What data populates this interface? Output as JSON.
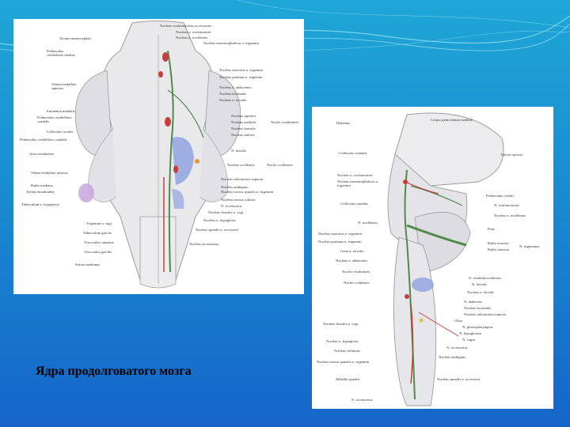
{
  "slide": {
    "caption": "Ядра продолговатого мозга"
  },
  "colors": {
    "background_top": "#1fa6d6",
    "background_bottom": "#1565c8",
    "nerve_green": "#4f8a4a",
    "nucleus_red": "#c83c3c",
    "nucleus_blue": "#8fa3e0"
  },
  "left_figure": {
    "labels_left": [
      "Tectum mesencephali",
      "Pedunculus cerebellaris medius",
      "Velum medullare superius",
      "Eminentia medialis",
      "Pedunculus cerebellaris caudalis",
      "Colliculus facialis",
      "Pedunculus cerebellaris caudalis",
      "Area vestibularis",
      "Velum medullare inferius",
      "Radix mediana",
      "Taenia rhomboidea",
      "Tuberculum n. hypoglossi",
      "Trigonum n. vagi",
      "Tuberculum gracile",
      "Fasciculus cuneatus",
      "Fasciculus gracilis",
      "Sulcus medianus"
    ],
    "labels_right": [
      "Nucleus oculomotorius accessorius",
      "Nucleus n. oculomotorii",
      "Nucleus n. trochlearis",
      "Nucleus mesencephalicus n. trigemini",
      "Nucleus motorius n. trigemini",
      "Nucleus pontinus n. trigemini",
      "Nucleus n. abducentis",
      "Nucleus lacrimalis",
      "Nucleus n. facialis",
      "Nucleus superior",
      "Nucleus medialis",
      "Nucleus lateralis",
      "Nucleus inferior",
      "Nuclei vestibulares",
      "N. facialis",
      "Nucleus cochlearis",
      "Nuclei cochleares",
      "Nucleus salivatorius superior",
      "Nucleus ambiguus",
      "Nucleus tractus spinalis n. trigemini",
      "Nucleus tractus solitarii",
      "N. accessorius",
      "Nucleus dorsalis n. vagi",
      "Nucleus n. hypoglossi",
      "Nucleus spinalis n. accessorii",
      "Nucleus accessorius"
    ]
  },
  "right_figure": {
    "labels_top": [
      "Thalamus",
      "Corpus geniculatum mediale",
      "Tractus opticus"
    ],
    "labels_left": [
      "Colliculus cranialis",
      "Nucleus n. oculomotorii",
      "Nucleus mesencephalicus n. trigemini",
      "Colliculus caudalis",
      "N. trochlearis",
      "Nucleus motorius n. trigemini",
      "Nucleus pontinus n. trigemini",
      "Genu n. facialis",
      "Nucleus n. abducentis",
      "Nuclei vestibulares",
      "Nuclei cochleares",
      "Nucleus dorsalis n. vagi",
      "Nucleus n. hypoglossi",
      "Nucleus solitarius",
      "Nucleus tractus spinalis n. trigemini",
      "Medulla spinalis",
      "N. accessorius"
    ],
    "labels_right": [
      "Pedunculus cerebri",
      "N. oculomotorius",
      "Nucleus n. trochlearis",
      "Pons",
      "Radix motoria",
      "Radix sensoria",
      "N. trigeminus",
      "N. vestibulocochlearis",
      "N. facialis",
      "Nucleus n. facialis",
      "N. abducens",
      "Nucleus lacrimalis",
      "Nucleus salivatorius superior",
      "Oliva",
      "N. glossopharyngeus",
      "N. hypoglossus",
      "N. vagus",
      "N. accessorius",
      "Nucleus ambiguus",
      "Nucleus spinalis n. accessorii"
    ]
  }
}
